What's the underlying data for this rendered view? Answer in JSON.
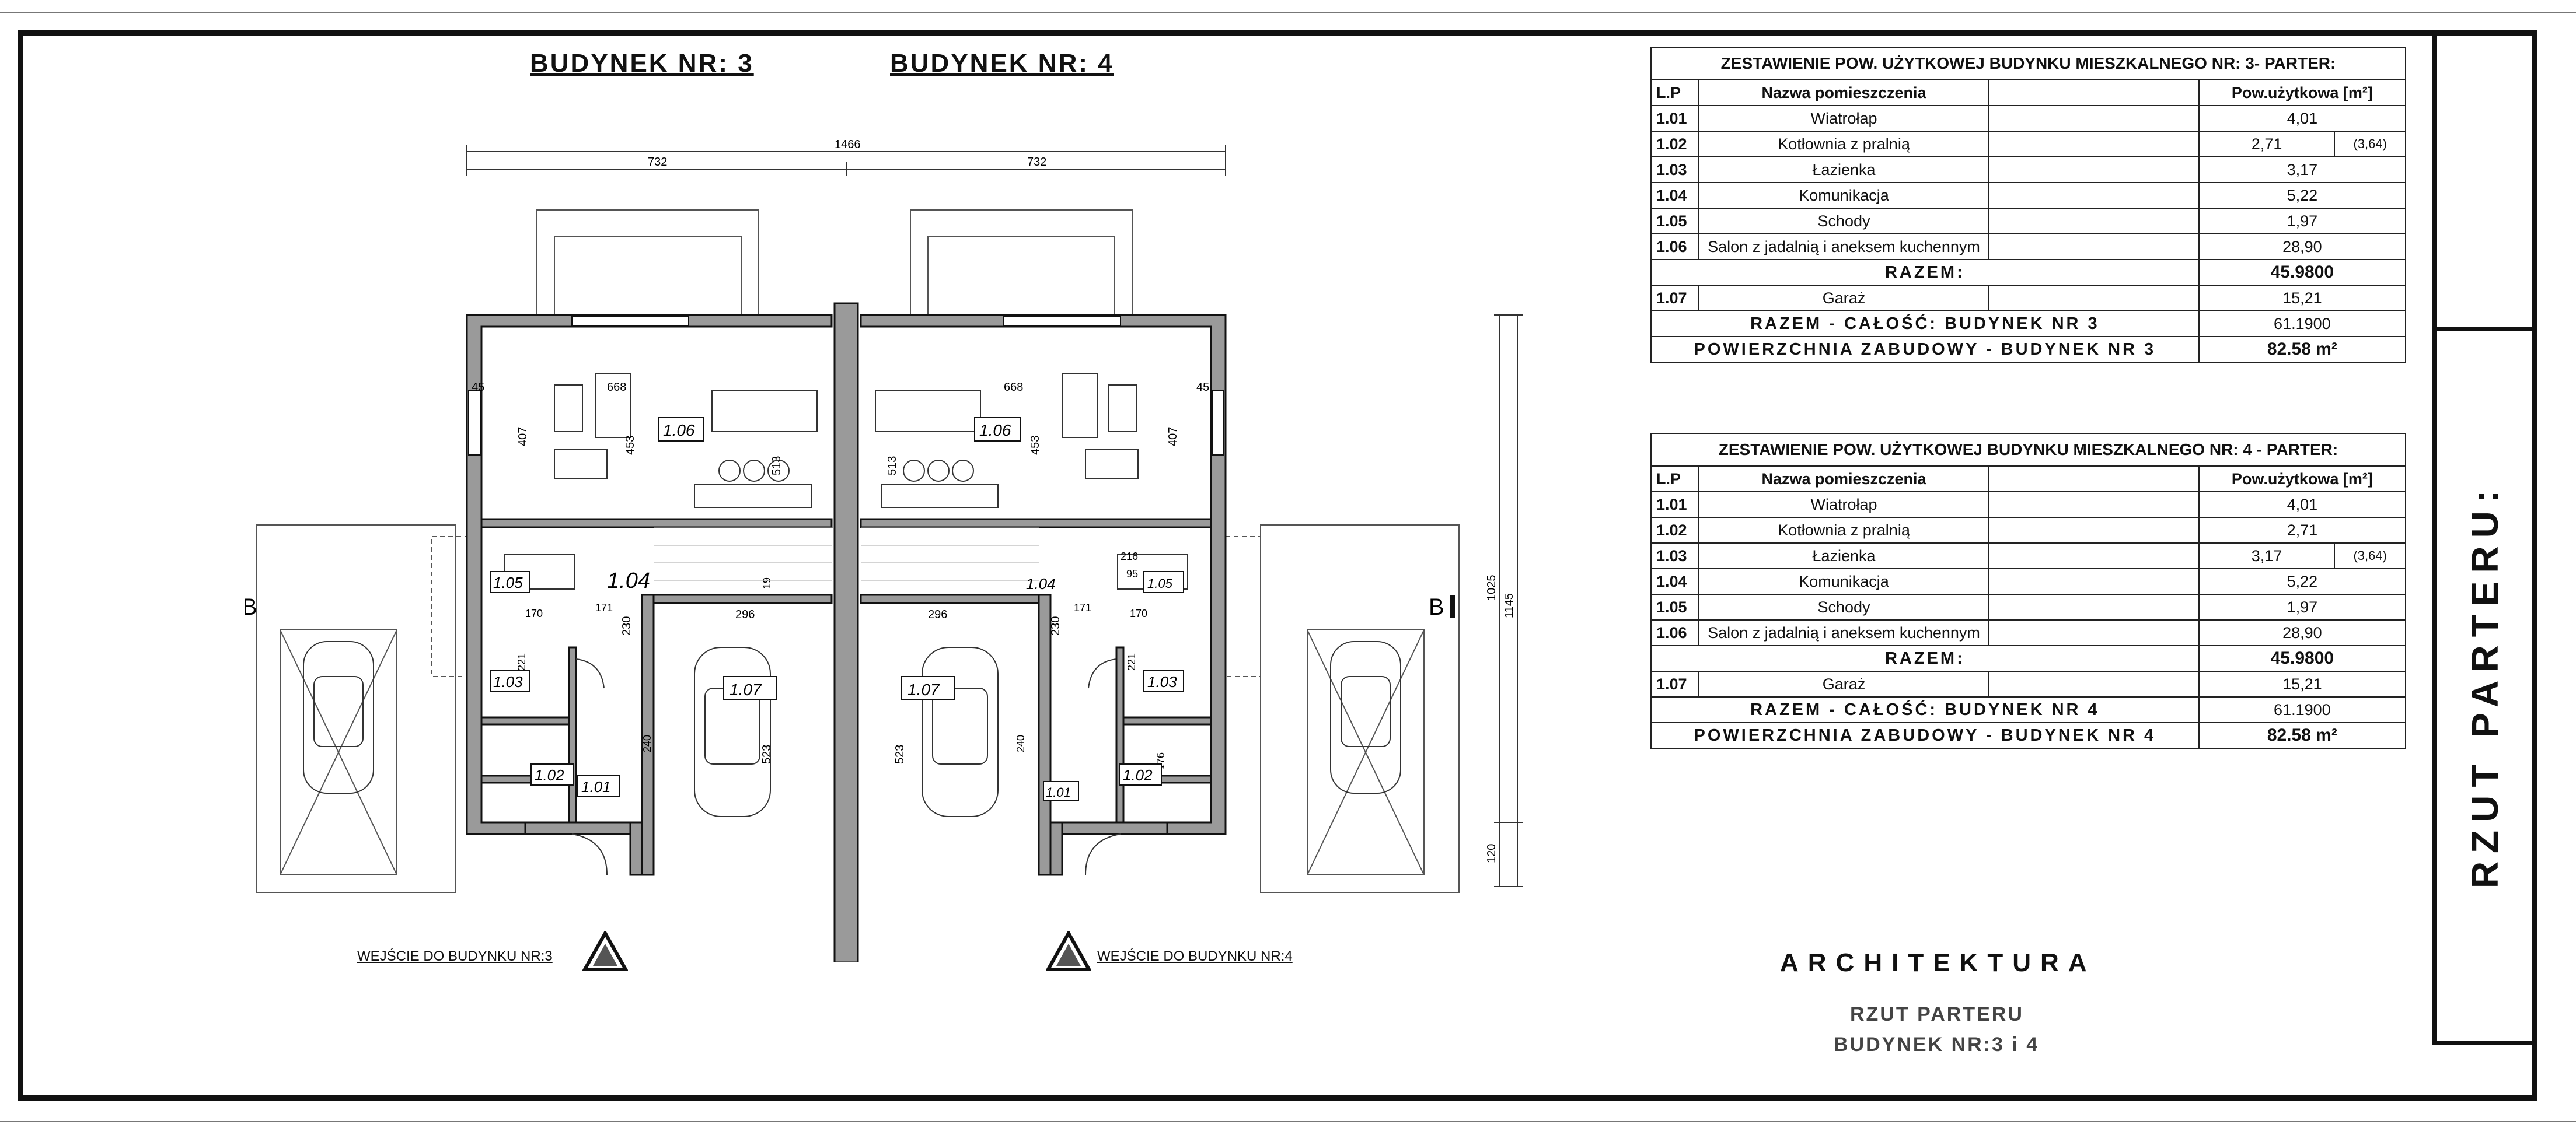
{
  "headings": {
    "building3": "BUDYNEK NR: 3",
    "building4": "BUDYNEK NR: 4"
  },
  "dimensions": {
    "total_width": "1466",
    "half_left": "732",
    "half_right": "732",
    "living_w_left": "668",
    "living_w_right": "668",
    "wall_left": "45",
    "wall_right": "45",
    "living_d_left": "407",
    "living_d2_left": "453",
    "living_d3_left": "513",
    "living_d_right": "407",
    "living_d2_right": "453",
    "living_d3_right": "513",
    "garage_w_left": "296",
    "garage_w_right": "296",
    "garage_d_left": "523",
    "garage_d_right": "523",
    "d230_left": "230",
    "d230_right": "230",
    "d171_left": "171",
    "d171_right": "171",
    "d170_left": "170",
    "d170_right": "170",
    "d221_left": "221",
    "d221_right": "221",
    "d240_left": "240",
    "d240_right": "240",
    "d19": "19",
    "d216": "216",
    "d95": "95",
    "d176": "176",
    "height_1025": "1025",
    "height_1145": "1145",
    "height_120": "120"
  },
  "rooms": {
    "l_106": "1.06",
    "r_106": "1.06",
    "l_105": "1.05",
    "r_105": "1.05",
    "l_104": "1.04",
    "r_104": "1.04",
    "l_103": "1.03",
    "r_103": "1.03",
    "l_102": "1.02",
    "r_102": "1.02",
    "l_101": "1.01",
    "r_101": "1.01",
    "l_107": "1.07",
    "r_107": "1.07"
  },
  "section_markers": {
    "left": "B",
    "right": "B"
  },
  "entrances": {
    "left": "WEJŚCIE DO BUDYNKU NR:3",
    "right": "WEJŚCIE DO BUDYNKU NR:4"
  },
  "table3": {
    "title": "ZESTAWIENIE POW. UŻYTKOWEJ BUDYNKU MIESZKALNEGO NR: 3- PARTER:",
    "col_lp": "L.P",
    "col_name": "Nazwa pomieszczenia",
    "col_area": "Pow.użytkowa [m²]",
    "rows": [
      {
        "lp": "1.01",
        "name": "Wiatrołap",
        "area": "4,01",
        "note": ""
      },
      {
        "lp": "1.02",
        "name": "Kotłownia z pralnią",
        "area": "2,71",
        "note": "(3,64)"
      },
      {
        "lp": "1.03",
        "name": "Łazienka",
        "area": "3,17",
        "note": ""
      },
      {
        "lp": "1.04",
        "name": "Komunikacja",
        "area": "5,22",
        "note": ""
      },
      {
        "lp": "1.05",
        "name": "Schody",
        "area": "1,97",
        "note": ""
      },
      {
        "lp": "1.06",
        "name": "Salon z jadalnią i  aneksem kuchennym",
        "area": "28,90",
        "note": ""
      }
    ],
    "razem_label": "RAZEM:",
    "razem_value": "45.9800",
    "garage": {
      "lp": "1.07",
      "name": "Garaż",
      "area": "15,21"
    },
    "total_label": "RAZEM - CAŁOŚĆ: BUDYNEK NR 3",
    "total_value": "61.1900",
    "built_label": "POWIERZCHNIA ZABUDOWY - BUDYNEK NR 3",
    "built_value": "82.58 m²"
  },
  "table4": {
    "title": "ZESTAWIENIE POW. UŻYTKOWEJ BUDYNKU MIESZKALNEGO NR: 4 - PARTER:",
    "col_lp": "L.P",
    "col_name": "Nazwa pomieszczenia",
    "col_area": "Pow.użytkowa [m²]",
    "rows": [
      {
        "lp": "1.01",
        "name": "Wiatrołap",
        "area": "4,01",
        "note": ""
      },
      {
        "lp": "1.02",
        "name": "Kotłownia z pralnią",
        "area": "2,71",
        "note": ""
      },
      {
        "lp": "1.03",
        "name": "Łazienka",
        "area": "3,17",
        "note": "(3,64)"
      },
      {
        "lp": "1.04",
        "name": "Komunikacja",
        "area": "5,22",
        "note": ""
      },
      {
        "lp": "1.05",
        "name": "Schody",
        "area": "1,97",
        "note": ""
      },
      {
        "lp": "1.06",
        "name": "Salon z jadalnią i  aneksem kuchennym",
        "area": "28,90",
        "note": ""
      }
    ],
    "razem_label": "RAZEM:",
    "razem_value": "45.9800",
    "garage": {
      "lp": "1.07",
      "name": "Garaż",
      "area": "15,21"
    },
    "total_label": "RAZEM - CAŁOŚĆ: BUDYNEK NR 4",
    "total_value": "61.1900",
    "built_label": "POWIERZCHNIA ZABUDOWY - BUDYNEK NR 4",
    "built_value": "82.58 m²"
  },
  "title_block": {
    "discipline": "ARCHITEKTURA",
    "sheet": "RZUT PARTERU",
    "building": "BUDYNEK NR:3 i 4",
    "side_title": "RZUT PARTERU:"
  }
}
